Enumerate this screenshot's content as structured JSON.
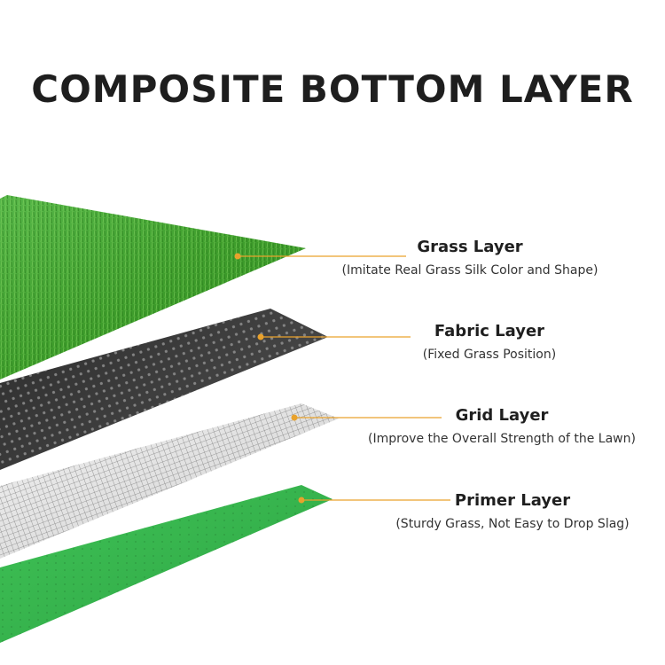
{
  "title": "COMPOSITE BOTTOM LAYER",
  "colors": {
    "leader_line": "#e9a22c",
    "grass": "#3f9e2c",
    "fabric": "#3e3e3e",
    "grid": "#d9d9d9",
    "primer": "#37b24a"
  },
  "layers": [
    {
      "name": "Grass Layer",
      "description": "(Imitate Real Grass Silk Color and Shape)"
    },
    {
      "name": "Fabric Layer",
      "description": "(Fixed Grass Position)"
    },
    {
      "name": "Grid Layer",
      "description": "(Improve the Overall Strength of the Lawn)"
    },
    {
      "name": "Primer Layer",
      "description": "(Sturdy Grass, Not Easy to Drop Slag)"
    }
  ]
}
